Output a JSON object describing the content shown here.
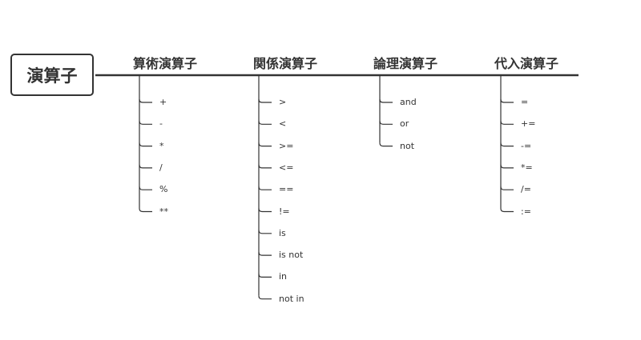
{
  "root": {
    "label": "演算子"
  },
  "categories": [
    {
      "label": "算術演算子",
      "items": [
        "+",
        "-",
        "*",
        "/",
        "%",
        "**"
      ]
    },
    {
      "label": "関係演算子",
      "items": [
        ">",
        "<",
        ">=",
        "<=",
        "==",
        "!=",
        "is",
        "is not",
        "in",
        "not in"
      ]
    },
    {
      "label": "論理演算子",
      "items": [
        "and",
        "or",
        "not"
      ]
    },
    {
      "label": "代入演算子",
      "items": [
        "=",
        "+=",
        "-=",
        "*=",
        "/=",
        ":="
      ]
    }
  ],
  "colors": {
    "line": "#333333",
    "text": "#333333",
    "background": "#ffffff"
  }
}
